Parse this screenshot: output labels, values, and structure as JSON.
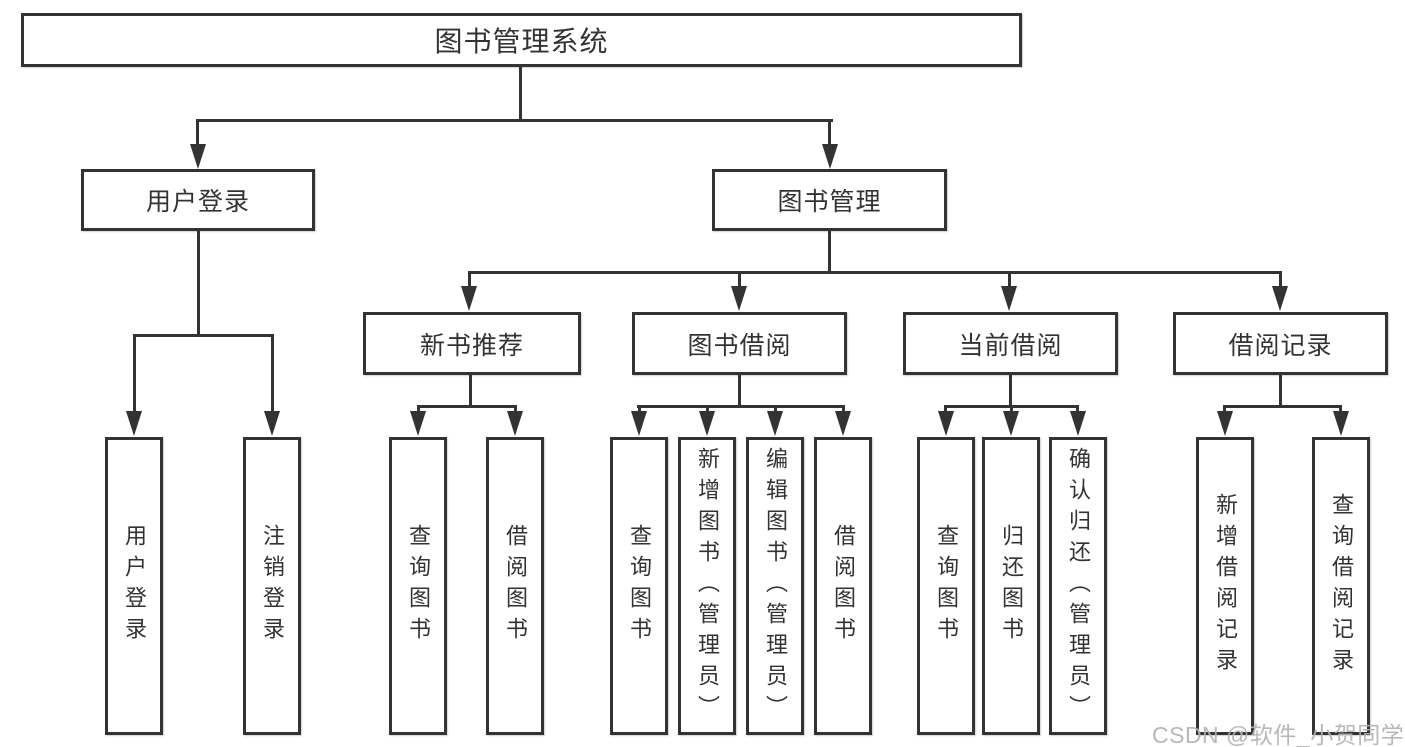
{
  "tree": {
    "root": {
      "label": "图书管理系统"
    },
    "branches": [
      {
        "label": "用户登录",
        "children": [
          {
            "label": "用户登录"
          },
          {
            "label": "注销登录"
          }
        ]
      },
      {
        "label": "图书管理",
        "sections": [
          {
            "label": "新书推荐",
            "children": [
              {
                "label": "查询图书"
              },
              {
                "label": "借阅图书"
              }
            ]
          },
          {
            "label": "图书借阅",
            "children": [
              {
                "label": "查询图书"
              },
              {
                "label": "新增图书（管理员）"
              },
              {
                "label": "编辑图书（管理员）"
              },
              {
                "label": "借阅图书"
              }
            ]
          },
          {
            "label": "当前借阅",
            "children": [
              {
                "label": "查询图书"
              },
              {
                "label": "归还图书"
              },
              {
                "label": "确认归还（管理员）"
              }
            ]
          },
          {
            "label": "借阅记录",
            "children": [
              {
                "label": "新增借阅记录"
              },
              {
                "label": "查询借阅记录"
              }
            ]
          }
        ]
      }
    ]
  },
  "watermark": {
    "text": "CSDN @软件_小贺同学"
  },
  "colors": {
    "line": "#333333",
    "text": "#333333",
    "background": "#ffffff",
    "box_fill": "#ffffff",
    "watermark": "#b3b3b3"
  }
}
